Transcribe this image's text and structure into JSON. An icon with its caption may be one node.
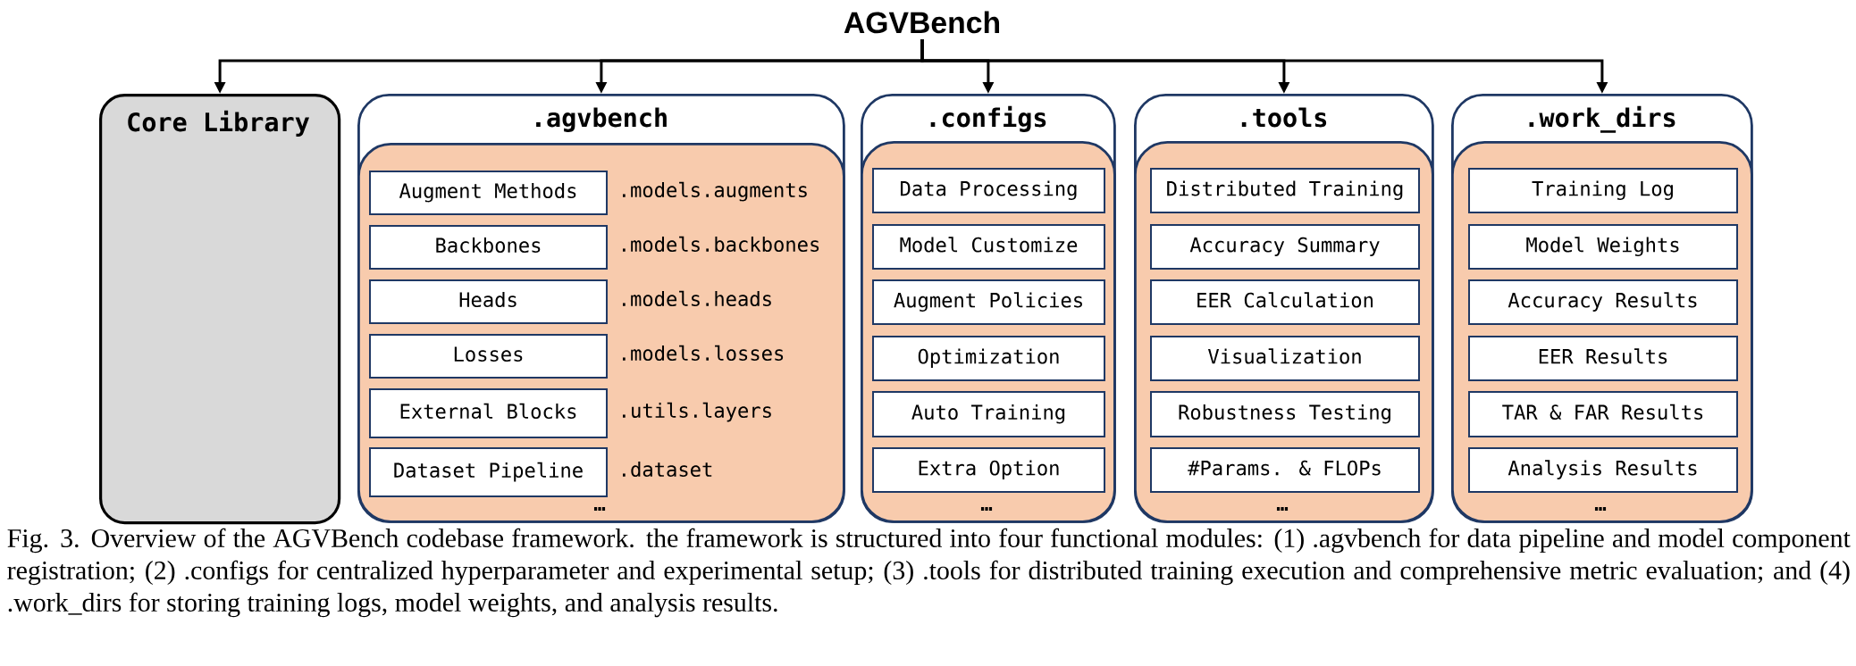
{
  "diagram": {
    "caption": "Fig. 3. Overview of the AGVBench codebase framework. the framework is structured into four functional modules: (1) .agvbench for data pipeline and model component registration; (2) .configs for centralized hyperparameter and experimental setup; (3) .tools for distributed training execution and comprehensive metric evaluation; and (4) .work_dirs for storing training logs, model weights, and analysis results.",
    "nodes": [
      {
        "text": [
          "AGVBench"
        ]
      },
      {
        "text": [
          "Core Library"
        ]
      },
      {
        "text": [
          ".agvbench"
        ]
      },
      {
        "text": [
          "…"
        ],
        "in": 2
      },
      {
        "text": [
          "Augment Methods"
        ],
        "in": 3,
        "beside": [
          ".models.augments"
        ]
      },
      {
        "text": [
          "Backbones"
        ],
        "in": 3,
        "beside": [
          ".models.backbones"
        ]
      },
      {
        "text": [
          "Heads"
        ],
        "in": 3,
        "beside": [
          ".models.heads"
        ]
      },
      {
        "text": [
          "Losses"
        ],
        "in": 3,
        "beside": [
          ".models.losses"
        ]
      },
      {
        "text": [
          "External Blocks"
        ],
        "in": 3,
        "beside": [
          ".utils.layers"
        ]
      },
      {
        "text": [
          "Dataset Pipeline"
        ],
        "in": 3,
        "beside": [
          ".dataset"
        ]
      },
      {
        "text": [
          ".configs"
        ]
      },
      {
        "text": [
          "…"
        ],
        "in": 10
      },
      {
        "text": [
          "Data Processing"
        ],
        "in": 11
      },
      {
        "text": [
          "Model Customize"
        ],
        "in": 11
      },
      {
        "text": [
          "Augment Policies"
        ],
        "in": 11
      },
      {
        "text": [
          "Optimization"
        ],
        "in": 11
      },
      {
        "text": [
          "Auto Training"
        ],
        "in": 11
      },
      {
        "text": [
          "Extra Option"
        ],
        "in": 11
      },
      {
        "text": [
          ".tools"
        ]
      },
      {
        "text": [
          "…"
        ],
        "in": 18
      },
      {
        "text": [
          "Distributed Training"
        ],
        "in": 19
      },
      {
        "text": [
          "Accuracy Summary"
        ],
        "in": 19
      },
      {
        "text": [
          "EER Calculation"
        ],
        "in": 19
      },
      {
        "text": [
          "Visualization"
        ],
        "in": 19
      },
      {
        "text": [
          "Robustness Testing"
        ],
        "in": 19
      },
      {
        "text": [
          "#Params. & FLOPs"
        ],
        "in": 19
      },
      {
        "text": [
          ".work_dirs"
        ]
      },
      {
        "text": [
          "…"
        ],
        "in": 26
      },
      {
        "text": [
          "Training Log"
        ],
        "in": 27
      },
      {
        "text": [
          "Model Weights"
        ],
        "in": 27
      },
      {
        "text": [
          "Accuracy Results"
        ],
        "in": 27
      },
      {
        "text": [
          "EER Results"
        ],
        "in": 27
      },
      {
        "text": [
          "TAR & FAR Results"
        ],
        "in": 27
      },
      {
        "text": [
          "Analysis Results"
        ],
        "in": 27
      }
    ],
    "edges": [
      {
        "from": 0,
        "to": 1,
        "arrow": "to"
      },
      {
        "from": 0,
        "to": 2,
        "arrow": "to"
      },
      {
        "from": 0,
        "to": 10,
        "arrow": "to"
      },
      {
        "from": 0,
        "to": 18,
        "arrow": "to"
      },
      {
        "from": 0,
        "to": 26,
        "arrow": "to"
      }
    ]
  }
}
